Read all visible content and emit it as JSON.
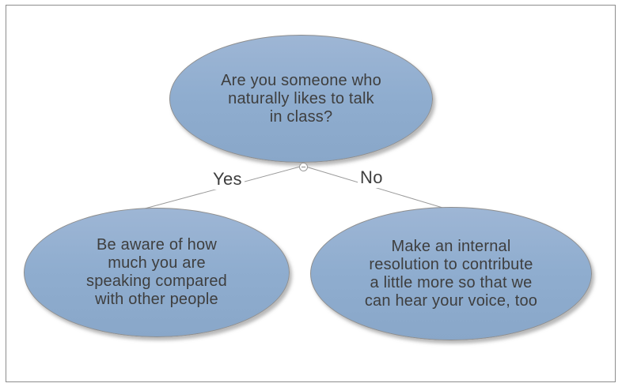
{
  "diagram": {
    "question_node": {
      "lines": [
        "Are you someone who",
        "naturally likes to talk",
        "in class?"
      ]
    },
    "yes_branch": {
      "label": "Yes",
      "node_lines": [
        "Be aware of how",
        "much you are",
        "speaking compared",
        "with other people"
      ]
    },
    "no_branch": {
      "label": "No",
      "node_lines": [
        "Make an internal",
        "resolution to contribute",
        "a little more so that we",
        "can hear your voice, too"
      ]
    },
    "icons": {
      "collapse_toggle": "minus-circle-icon"
    },
    "colors": {
      "node_fill_top": "#9eb6d5",
      "node_fill_bottom": "#89a7c9",
      "node_border": "#8f8f8f",
      "text": "#3e3e3e",
      "connector": "#9a9a9a",
      "frame_border": "#8d8d8d",
      "background": "#ffffff"
    }
  }
}
